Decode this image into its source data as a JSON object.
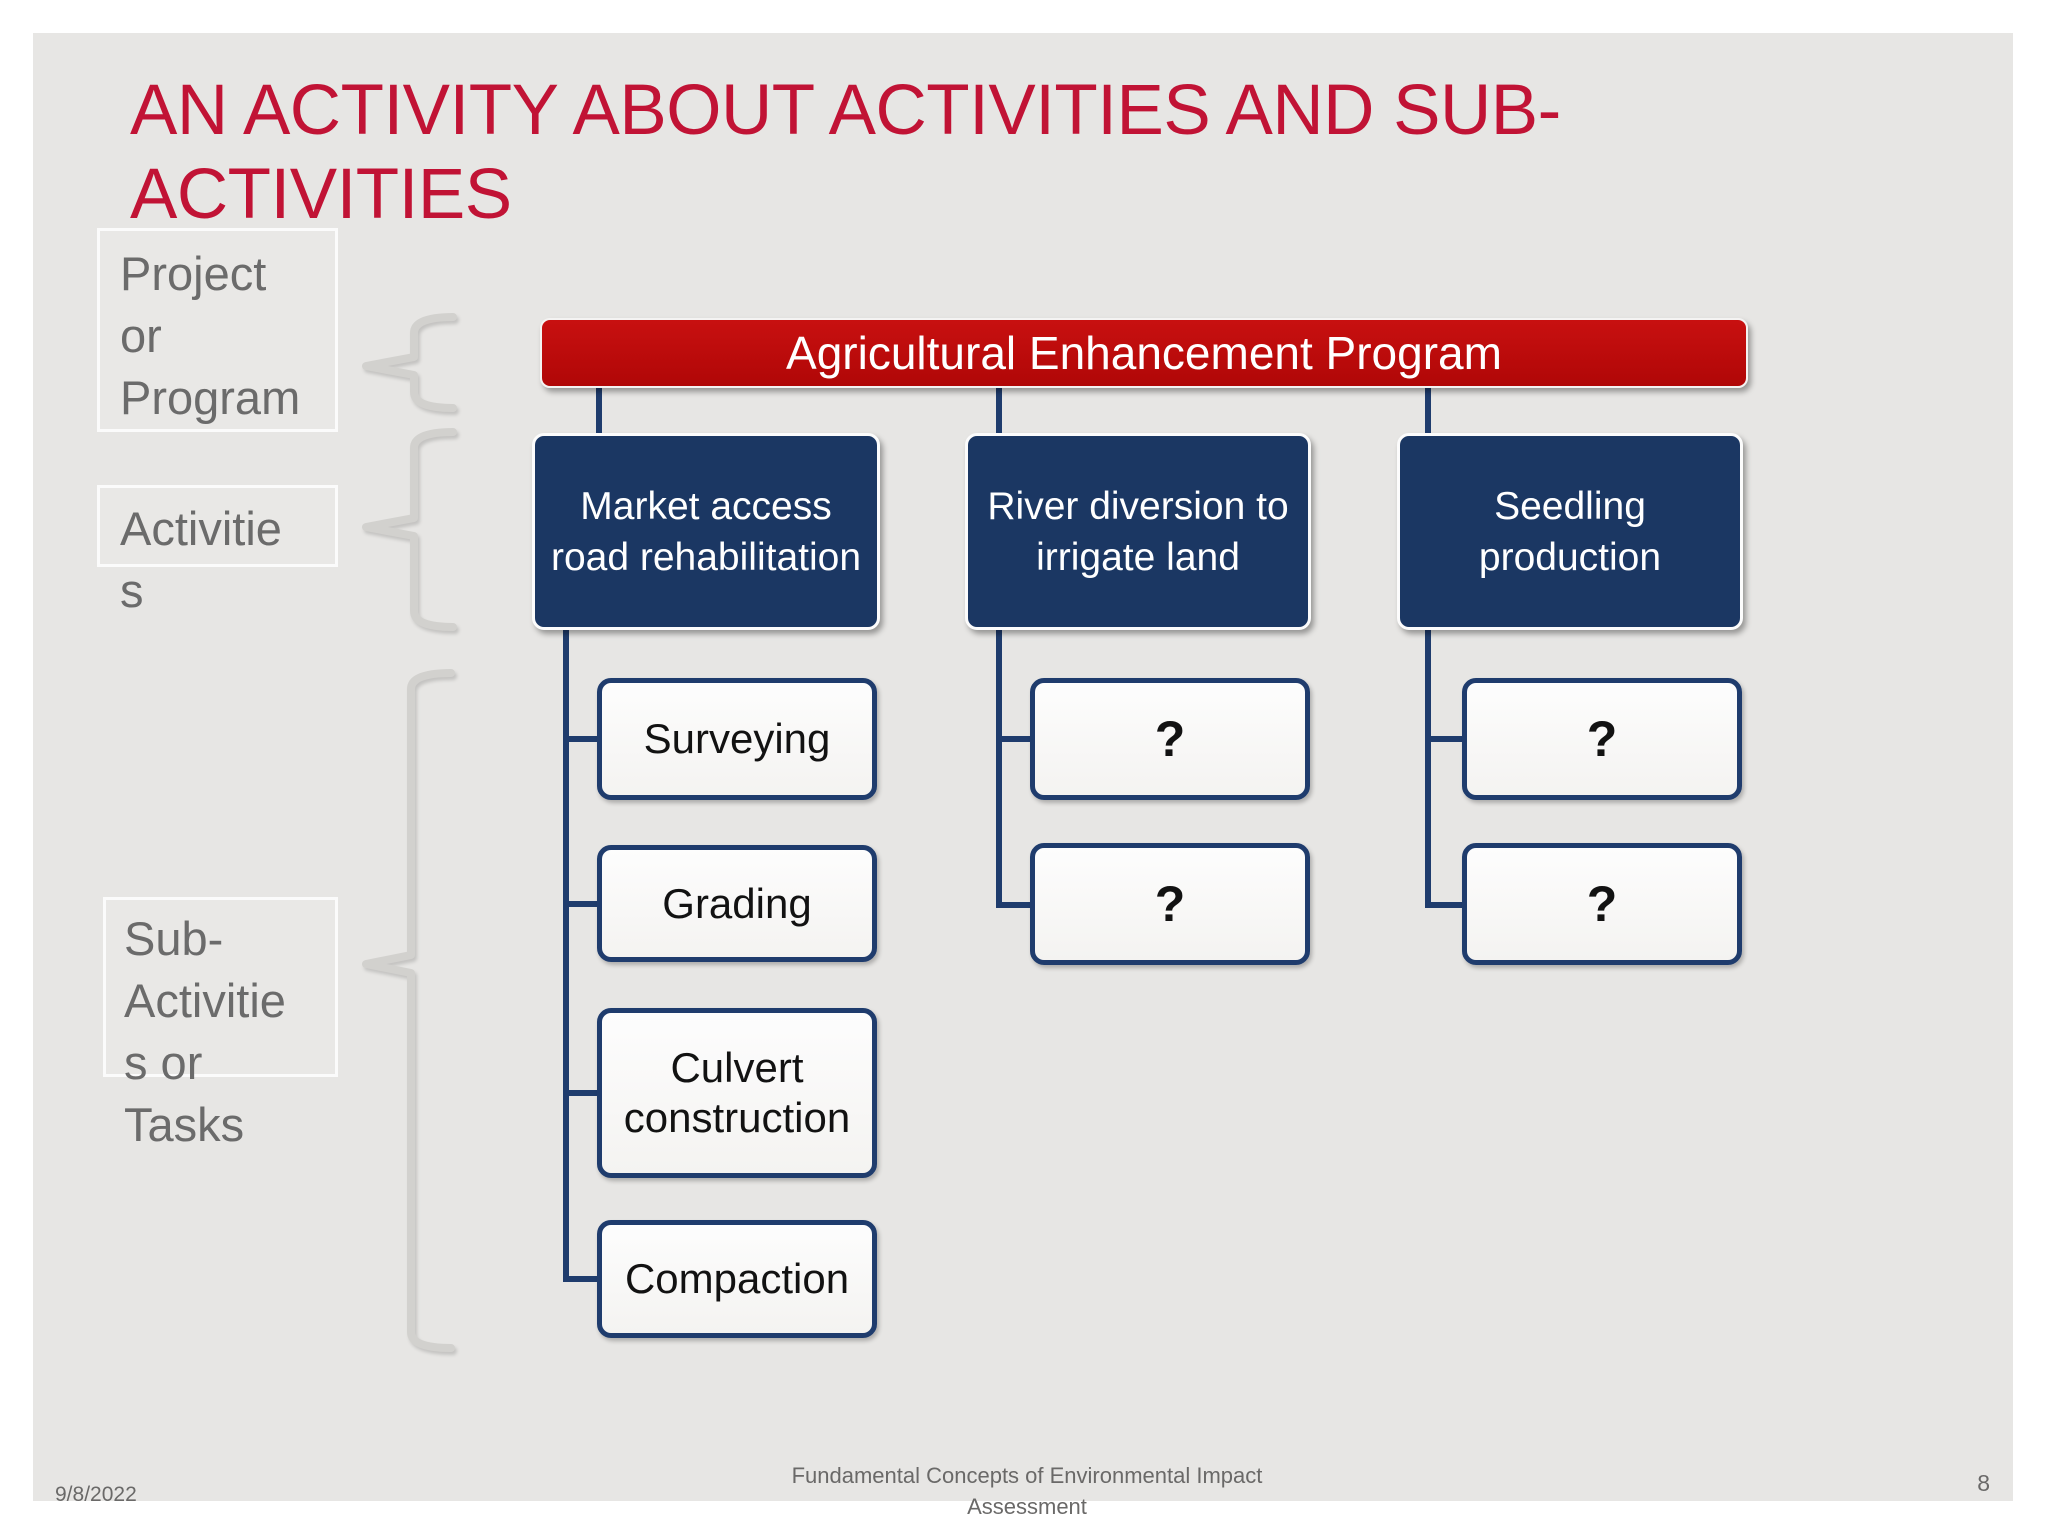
{
  "title": "AN ACTIVITY ABOUT ACTIVITIES AND SUB-ACTIVITIES",
  "side_labels": {
    "program": "Project or Program",
    "activities": "Activities",
    "sub_activities": "Sub-Activities or Tasks"
  },
  "org_chart": {
    "root": "Agricultural Enhancement Program",
    "branches": [
      {
        "label": "Market access road rehabilitation",
        "children": [
          "Surveying",
          "Grading",
          "Culvert construction",
          "Compaction"
        ]
      },
      {
        "label": "River diversion to irrigate land",
        "children": [
          "?",
          "?"
        ]
      },
      {
        "label": "Seedling production",
        "children": [
          "?",
          "?"
        ]
      }
    ]
  },
  "footer": {
    "date": "9/8/2022",
    "title": "Fundamental Concepts of Environmental Impact Assessment",
    "page_number": "8"
  },
  "colors": {
    "slide_background": "#e7e6e4",
    "title_red": "#c11335",
    "banner_red": "#c00b0d",
    "navy": "#1b3763",
    "connector_navy": "#1f3c6d",
    "label_gray": "#6b6b6b",
    "brace_gray": "#d2d1ce",
    "footer_gray": "#6a6968"
  }
}
